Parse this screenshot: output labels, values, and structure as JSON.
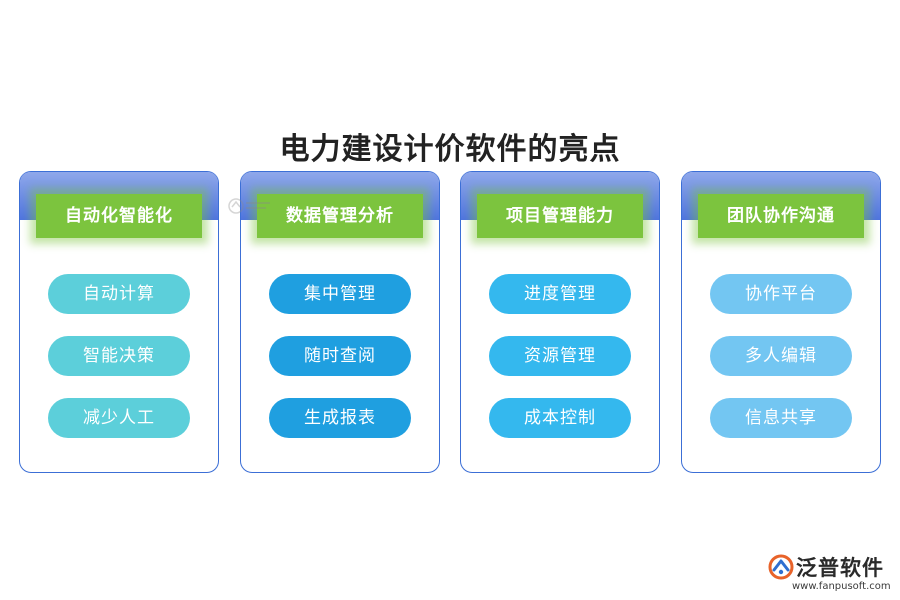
{
  "title": "电力建设计价软件的亮点",
  "colors": {
    "card_border": "#3c6fd6",
    "card_band_top": "#8fa8ea",
    "card_band_bottom": "#4f74df",
    "header_green": "#7cc43e",
    "pill_col1": "#5ccfda",
    "pill_col2": "#1f9fe0",
    "pill_col3": "#34b8ee",
    "pill_col4": "#73c6f2"
  },
  "cards": [
    {
      "header": "自动化智能化",
      "items": [
        "自动计算",
        "智能决策",
        "减少人工"
      ]
    },
    {
      "header": "数据管理分析",
      "items": [
        "集中管理",
        "随时查阅",
        "生成报表"
      ]
    },
    {
      "header": "项目管理能力",
      "items": [
        "进度管理",
        "资源管理",
        "成本控制"
      ]
    },
    {
      "header": "团队协作沟通",
      "items": [
        "协作平台",
        "多人编辑",
        "信息共享"
      ]
    }
  ],
  "watermark": {
    "text": "泛普软件"
  },
  "logo": {
    "name": "泛普软件",
    "url": "www.fanpusoft.com",
    "icon": "fanpu-logo-icon"
  }
}
